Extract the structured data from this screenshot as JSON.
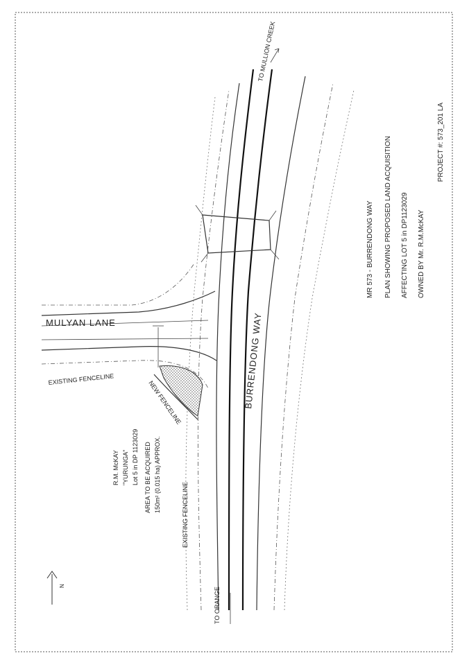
{
  "title_block": {
    "line1": "MR 573 - BURRENDONG WAY",
    "line2": "PLAN SHOWING PROPOSED LAND ACQUISITION",
    "line3": "AFFECTING LOT 5 in DP1123029",
    "line4": "OWNED BY Mr. R.M.McKAY"
  },
  "project_number": "PROJECT #: 573_201 LA",
  "roads": {
    "main_road": "BURRENDONG WAY",
    "side_road": "MULYAN LANE",
    "to_north": "TO MULLION CREEK",
    "to_south": "TO ORANGE"
  },
  "labels": {
    "existing_fenceline_top": "EXISTING FENCELINE",
    "existing_fenceline_bottom": "EXISTING FENCELINE",
    "new_fenceline": "NEW FENCELINE"
  },
  "owner_block": {
    "name": "R.M. McKAY",
    "property": "\"YURUNGA\"",
    "lot": "Lot 5 in DP 1123029"
  },
  "acquisition_block": {
    "line1": "AREA TO BE ACQUIRED",
    "line2": "150m² (0.015 ha) APPROX."
  },
  "north_arrow": {
    "letter": "N"
  },
  "colors": {
    "ink": "#222222",
    "hatch": "#666666",
    "background": "#ffffff"
  }
}
